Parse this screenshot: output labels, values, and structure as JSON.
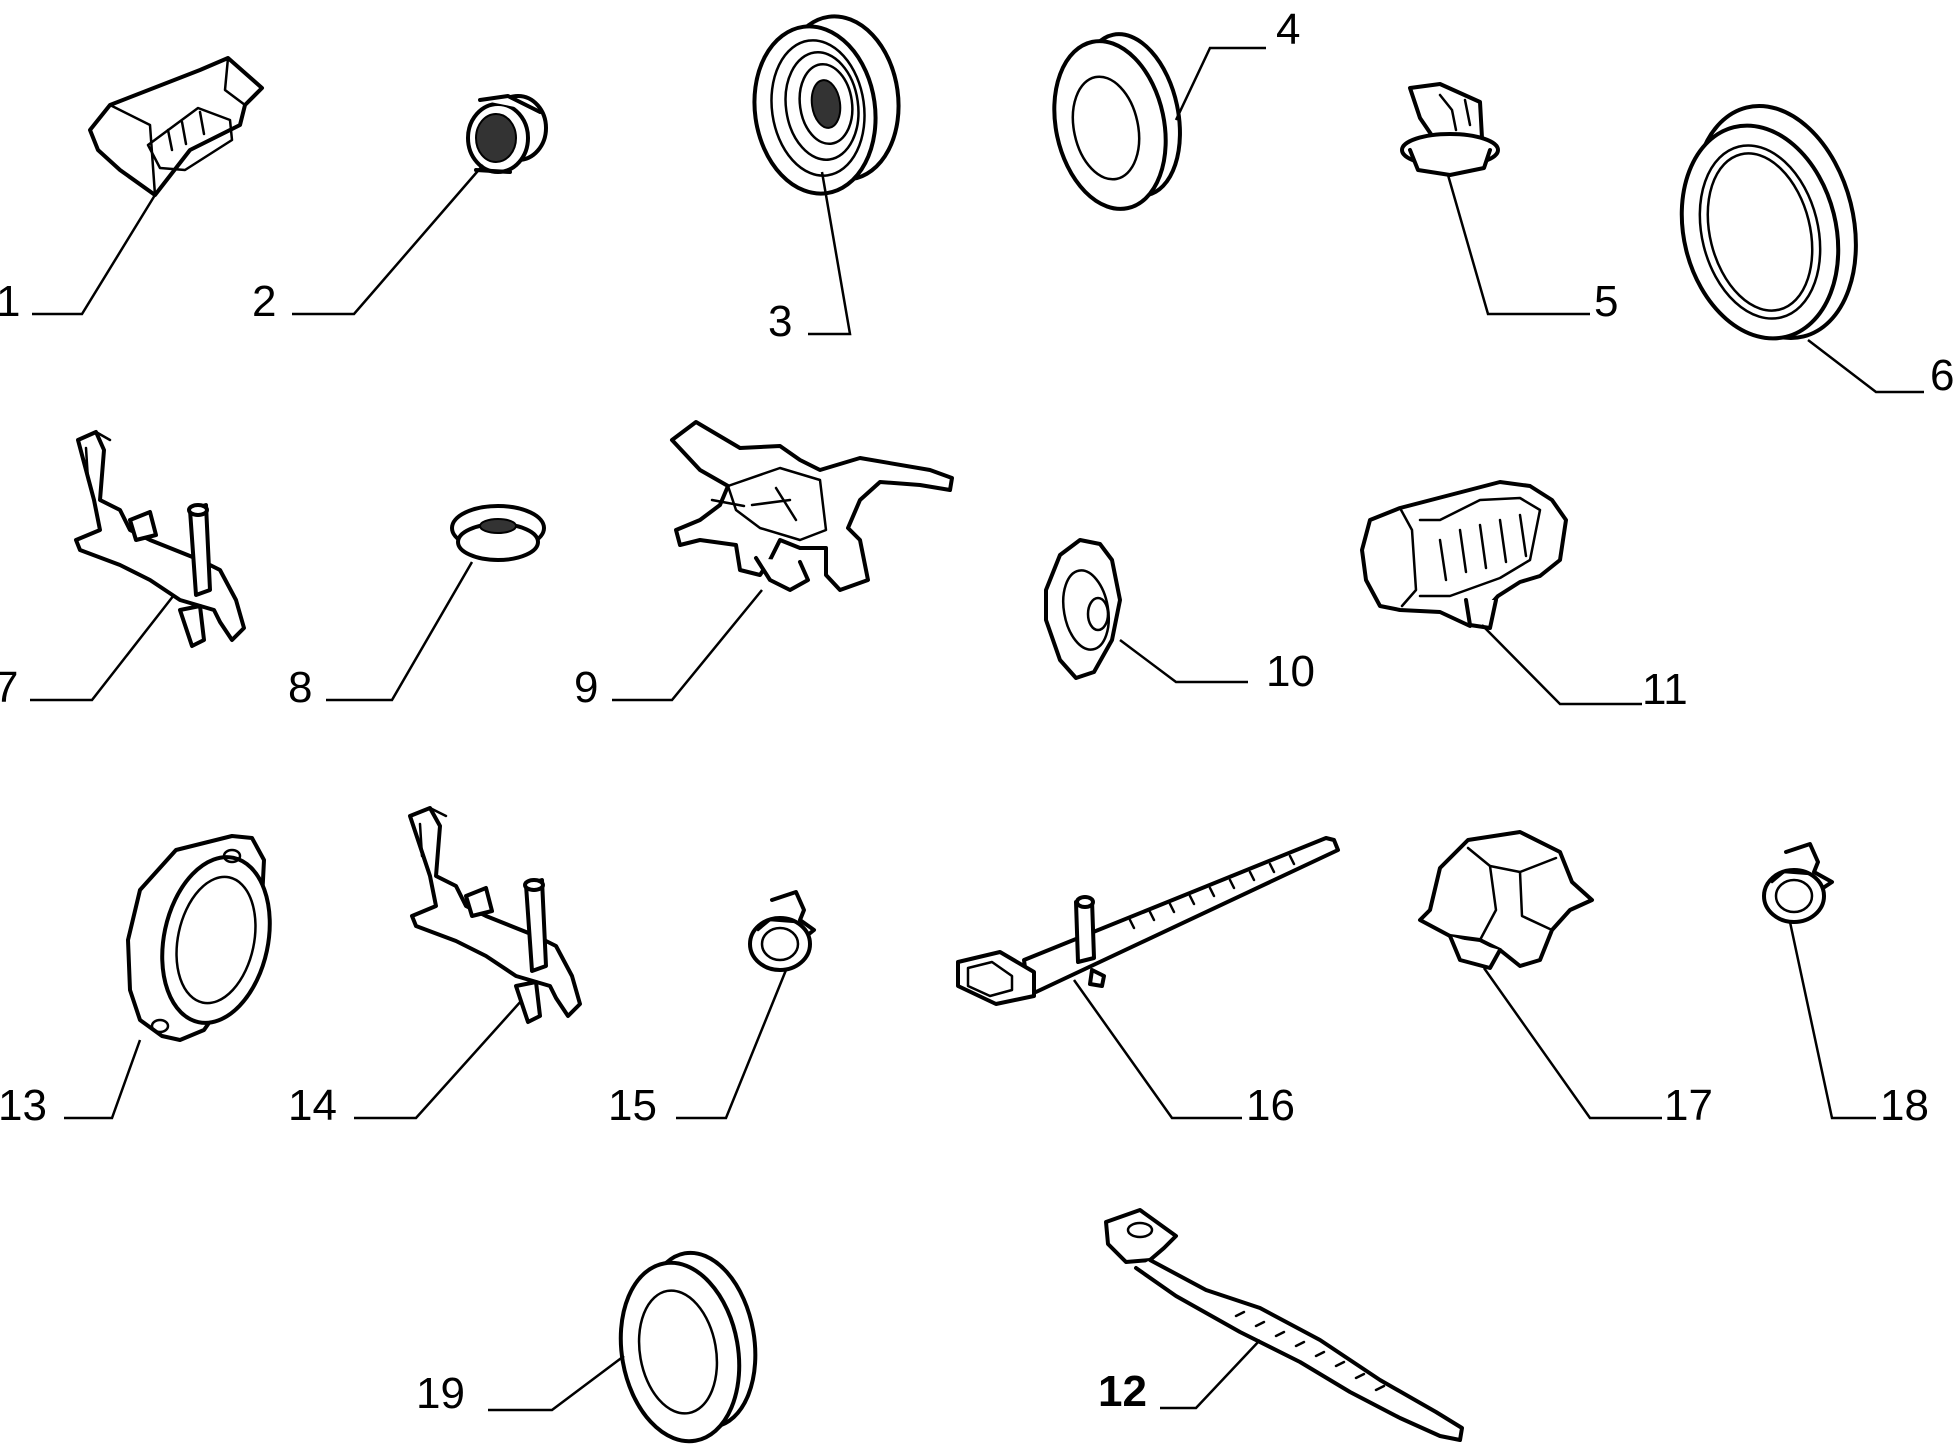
{
  "diagram": {
    "line_color": "#000000",
    "background_color": "#ffffff",
    "parts": [
      {
        "number": "1",
        "icon": "connector-clip-icon"
      },
      {
        "number": "2",
        "icon": "small-grommet-icon"
      },
      {
        "number": "3",
        "icon": "ribbed-grommet-icon"
      },
      {
        "number": "4",
        "icon": "round-grommet-icon"
      },
      {
        "number": "5",
        "icon": "elbow-plug-icon"
      },
      {
        "number": "6",
        "icon": "oval-grommet-icon"
      },
      {
        "number": "7",
        "icon": "harness-bracket-icon"
      },
      {
        "number": "8",
        "icon": "ring-grommet-icon"
      },
      {
        "number": "9",
        "icon": "cable-holder-icon"
      },
      {
        "number": "10",
        "icon": "push-clip-icon"
      },
      {
        "number": "11",
        "icon": "harness-clip-icon"
      },
      {
        "number": "12",
        "icon": "cable-tie-icon"
      },
      {
        "number": "13",
        "icon": "flanged-grommet-icon"
      },
      {
        "number": "14",
        "icon": "harness-bracket-icon"
      },
      {
        "number": "15",
        "icon": "hose-clip-icon"
      },
      {
        "number": "16",
        "icon": "cable-tie-with-peg-icon"
      },
      {
        "number": "17",
        "icon": "saddle-clip-icon"
      },
      {
        "number": "18",
        "icon": "hose-clip-icon"
      },
      {
        "number": "19",
        "icon": "round-grommet-icon"
      }
    ]
  }
}
